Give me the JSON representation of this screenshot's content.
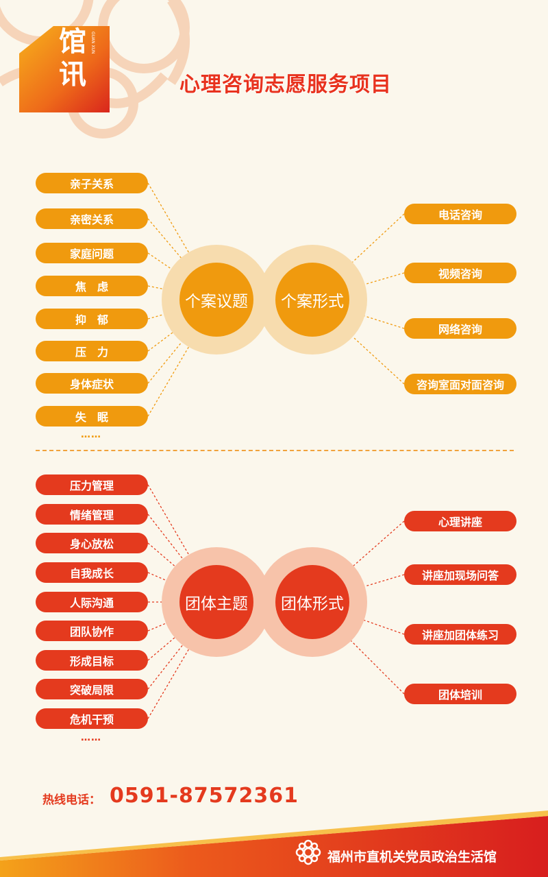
{
  "header": {
    "badge_char_1": "馆",
    "badge_char_2": "讯",
    "badge_small": "GUAN XUN",
    "title": "心理咨询志愿服务项目"
  },
  "individual": {
    "topics_label": "个案议题",
    "forms_label": "个案形式",
    "topics": [
      "亲子关系",
      "亲密关系",
      "家庭问题",
      "焦　虑",
      "抑　郁",
      "压　力",
      "身体症状",
      "失　眠"
    ],
    "topics_more": "……",
    "forms": [
      "电话咨询",
      "视频咨询",
      "网络咨询",
      "咨询室面对面咨询"
    ]
  },
  "group": {
    "topics_label": "团体主题",
    "forms_label": "团体形式",
    "topics": [
      "压力管理",
      "情绪管理",
      "身心放松",
      "自我成长",
      "人际沟通",
      "团队协作",
      "形成目标",
      "突破局限",
      "危机干预"
    ],
    "topics_more": "……",
    "forms": [
      "心理讲座",
      "讲座加现场问答",
      "讲座加团体练习",
      "团体培训"
    ]
  },
  "footer": {
    "hotline_label": "热线电话：",
    "phone": "0591-87572361",
    "org_name": "福州市直机关党员政治生活馆"
  },
  "colors": {
    "orange": "#f09a0e",
    "red": "#e43a1e",
    "background": "#fbf7ec"
  },
  "icons": [
    "org-logo-icon",
    "decorative-pattern-icon"
  ]
}
